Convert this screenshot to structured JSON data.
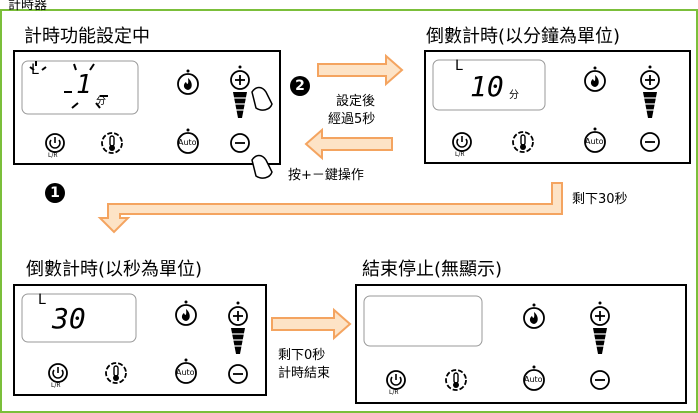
{
  "header": {
    "title_partial": "計時器"
  },
  "panels": {
    "p1": {
      "title": "計時功能設定中",
      "display_value": "1",
      "unit": "分",
      "l_char": "L"
    },
    "p2": {
      "title": "倒數計時(以分鐘為單位)",
      "display_value": "10",
      "unit": "分",
      "l_char": "L"
    },
    "p3": {
      "title": "倒數計時(以秒為單位)",
      "display_value": "30",
      "l_char": "L"
    },
    "p4": {
      "title": "結束停止(無顯示)"
    }
  },
  "labels": {
    "after_set": "設定後",
    "after_set_2": "經過5秒",
    "press_keys": "按+－鍵操作",
    "remaining_30": "剩下30秒",
    "remaining_0": "剩下0秒",
    "timer_end": "計時結束"
  },
  "buttons": {
    "plus": "+",
    "minus": "−",
    "auto": "Auto",
    "lr": "L/R"
  },
  "badges": {
    "one": "1",
    "two": "2"
  },
  "colors": {
    "border_green": "#7bbf3a",
    "arrow_orange": "#f4a460",
    "arrow_fill": "#fde3c6"
  }
}
